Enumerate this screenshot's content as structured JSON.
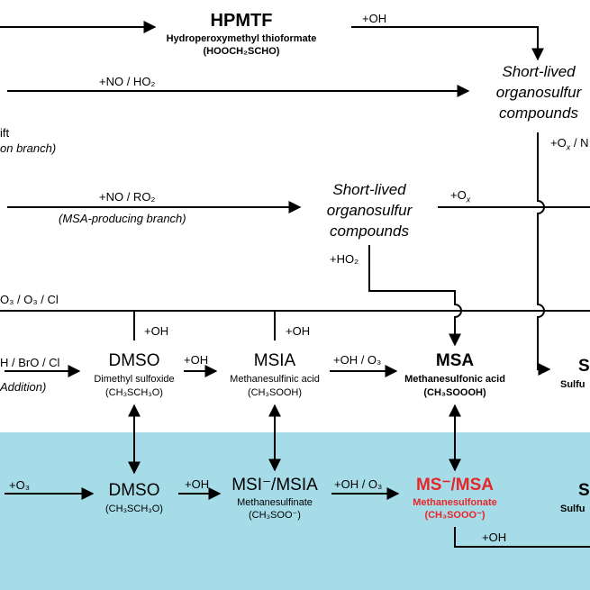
{
  "colors": {
    "aqueous_zone": "#a6dbe8",
    "highlight": "#e8262a",
    "line": "#000000"
  },
  "hpmtf": {
    "name": "HPMTF",
    "full": "Hydroperoxymethyl thioformate",
    "formula": "(HOOCH₂SCHO)"
  },
  "slv_top": [
    "Short-lived",
    "organosulfur",
    "compounds"
  ],
  "slv_mid": [
    "Short-lived",
    "organosulfur",
    "compounds"
  ],
  "labels": {
    "oh_to_slv": "+OH",
    "no_ho2": "+NO / HO₂",
    "shift_1": "ift",
    "shift_2": "on branch)",
    "ox_no": "+O",
    "ox_no_sub": "x",
    "ox_no_tail": " / N",
    "no_ro2": "+NO / RO₂",
    "msa_branch": "(MSA-producing branch)",
    "ox_mid": "+O",
    "ox_mid_sub": "x",
    "ho2": "+HO₂",
    "o3_o3_cl": "O₃ / O₃ / Cl",
    "oh_dmso_rise": "+OH",
    "oh_msia_rise": "+OH",
    "h_bro_cl": "H / BrO / Cl",
    "addition": "Addition)",
    "oh_dmso_msia": "+OH",
    "oh_o3_msia_msa": "+OH / O₃",
    "o3_aq": "+O₃",
    "oh_aq_1": "+OH",
    "oh_o3_aq": "+OH / O₃",
    "oh_bottom": "+OH"
  },
  "gas": {
    "dmso": {
      "name": "DMSO",
      "full": "Dimethyl sulfoxide",
      "formula": "(CH₃SCH₃O)"
    },
    "msia": {
      "name": "MSIA",
      "full": "Methanesulfinic acid",
      "formula": "(CH₃SOOH)"
    },
    "msa": {
      "name": "MSA",
      "full": "Methanesulfonic acid",
      "formula": "(CH₃SOOOH)"
    },
    "right_s": {
      "name": "S",
      "full": "Sulfu"
    }
  },
  "aq": {
    "dmso": {
      "name": "DMSO",
      "formula": "(CH₃SCH₃O)"
    },
    "msi": {
      "name": "MSI⁻/MSIA",
      "full": "Methanesulfinate",
      "formula": "(CH₃SOO⁻)"
    },
    "ms": {
      "name": "MS⁻/MSA",
      "full": "Methanesulfonate",
      "formula": "(CH₃SOOO⁻)"
    },
    "right_s": {
      "name": "S",
      "full": "Sulfu"
    }
  }
}
